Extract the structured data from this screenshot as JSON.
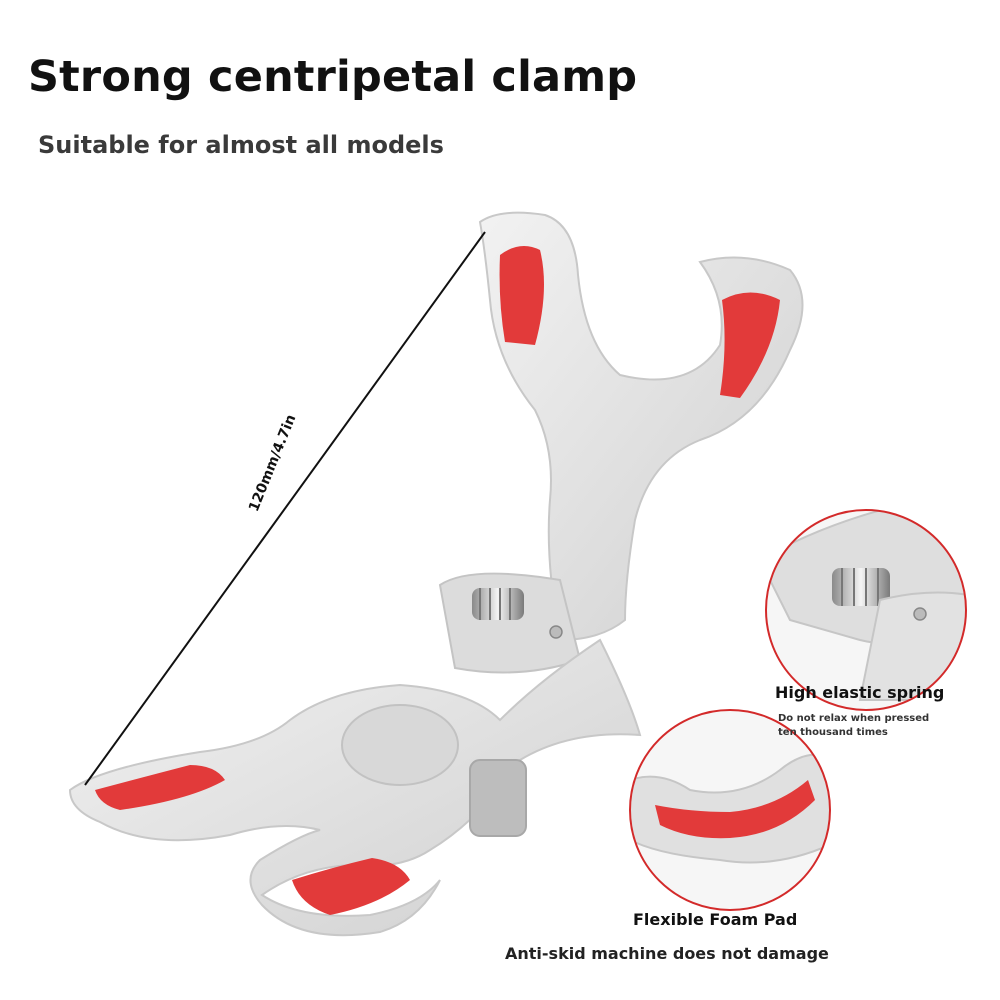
{
  "heading": {
    "title": "Strong centripetal clamp",
    "subtitle": "Suitable for almost all models"
  },
  "dimension": {
    "label": "120mm/4.7in"
  },
  "callouts": {
    "spring": {
      "title": "High elastic spring",
      "description_line1": "Do not relax when pressed",
      "description_line2": "ten thousand times"
    },
    "foam_pad": {
      "title": "Flexible Foam Pad",
      "description": "Anti-skid machine does not damage"
    }
  },
  "colors": {
    "clamp_body": "#e4e4e4",
    "pad": "#e23a3a",
    "callout_ring": "#d32a2a",
    "text": "#111111"
  }
}
